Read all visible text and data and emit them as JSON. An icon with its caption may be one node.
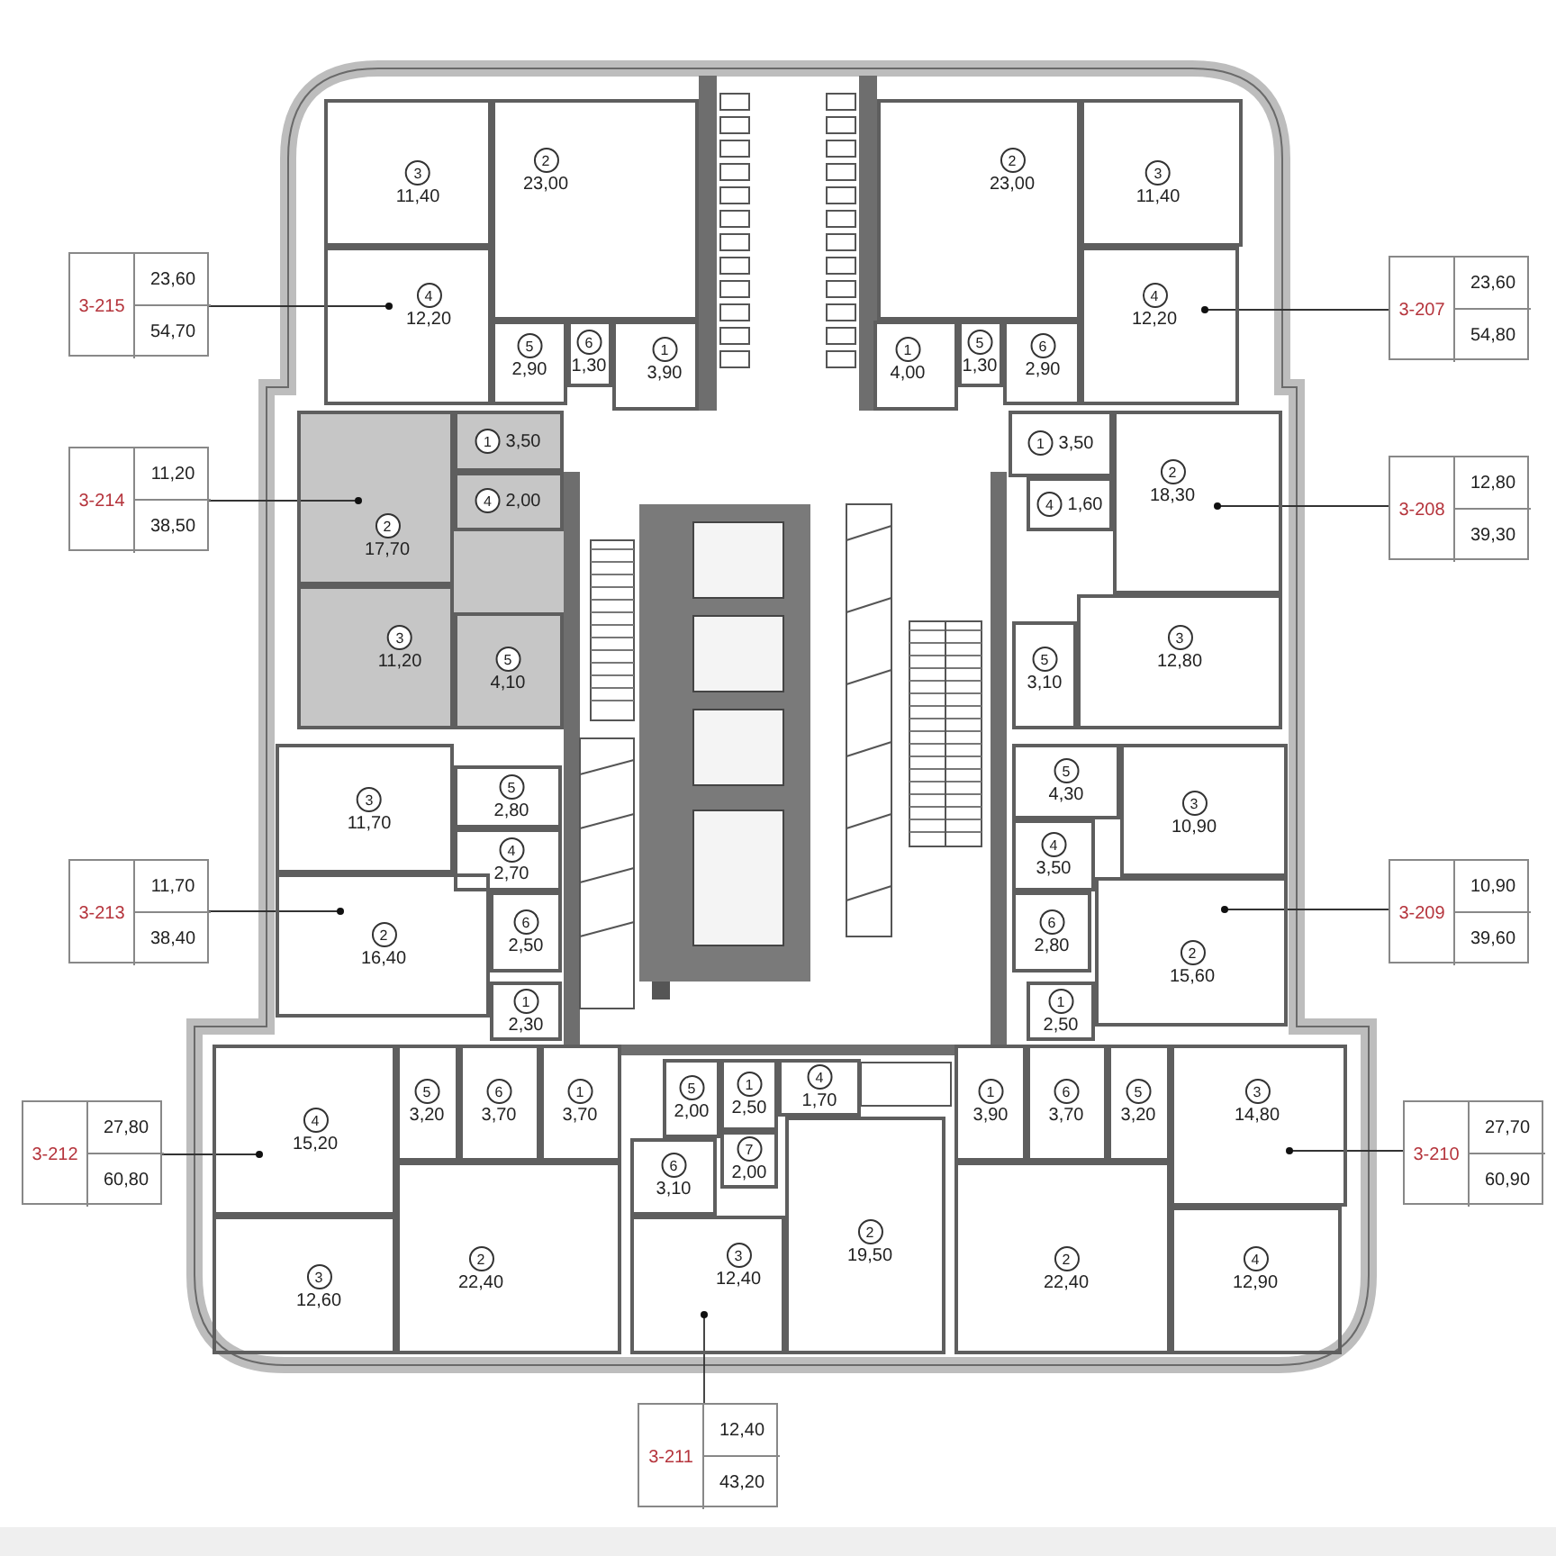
{
  "diagram": {
    "nodes": [
      {
        "text": [
          "3-215",
          "23,60",
          "54,70"
        ]
      },
      {
        "text": [
          "3",
          "11,40"
        ]
      },
      {
        "text": [
          "2",
          "23,00"
        ]
      },
      {
        "text": [
          "4",
          "12,20"
        ]
      },
      {
        "text": [
          "5",
          "2,90"
        ]
      },
      {
        "text": [
          "6",
          "1,30"
        ]
      },
      {
        "text": [
          "1",
          "3,90"
        ]
      },
      {
        "text": [
          "3-207",
          "23,60",
          "54,80"
        ]
      },
      {
        "text": [
          "2",
          "23,00"
        ]
      },
      {
        "text": [
          "3",
          "11,40"
        ]
      },
      {
        "text": [
          "4",
          "12,20"
        ]
      },
      {
        "text": [
          "1",
          "4,00"
        ]
      },
      {
        "text": [
          "5",
          "1,30"
        ]
      },
      {
        "text": [
          "6",
          "2,90"
        ]
      },
      {
        "text": [
          "3-214",
          "11,20",
          "38,50"
        ]
      },
      {
        "text": [
          "1",
          "3,50"
        ]
      },
      {
        "text": [
          "4",
          "2,00"
        ]
      },
      {
        "text": [
          "2",
          "17,70"
        ]
      },
      {
        "text": [
          "3",
          "11,20"
        ]
      },
      {
        "text": [
          "5",
          "4,10"
        ]
      },
      {
        "text": [
          "3-208",
          "12,80",
          "39,30"
        ]
      },
      {
        "text": [
          "1",
          "3,50"
        ]
      },
      {
        "text": [
          "4",
          "1,60"
        ]
      },
      {
        "text": [
          "2",
          "18,30"
        ]
      },
      {
        "text": [
          "5",
          "3,10"
        ]
      },
      {
        "text": [
          "3",
          "12,80"
        ]
      },
      {
        "text": [
          "3-213",
          "11,70",
          "38,40"
        ]
      },
      {
        "text": [
          "3",
          "11,70"
        ]
      },
      {
        "text": [
          "5",
          "2,80"
        ]
      },
      {
        "text": [
          "4",
          "2,70"
        ]
      },
      {
        "text": [
          "2",
          "16,40"
        ]
      },
      {
        "text": [
          "6",
          "2,50"
        ]
      },
      {
        "text": [
          "1",
          "2,30"
        ]
      },
      {
        "text": [
          "3-209",
          "10,90",
          "39,60"
        ]
      },
      {
        "text": [
          "5",
          "4,30"
        ]
      },
      {
        "text": [
          "3",
          "10,90"
        ]
      },
      {
        "text": [
          "4",
          "3,50"
        ]
      },
      {
        "text": [
          "6",
          "2,80"
        ]
      },
      {
        "text": [
          "2",
          "15,60"
        ]
      },
      {
        "text": [
          "1",
          "2,50"
        ]
      },
      {
        "text": [
          "3-212",
          "27,80",
          "60,80"
        ]
      },
      {
        "text": [
          "4",
          "15,20"
        ]
      },
      {
        "text": [
          "5",
          "3,20"
        ]
      },
      {
        "text": [
          "6",
          "3,70"
        ]
      },
      {
        "text": [
          "1",
          "3,70"
        ]
      },
      {
        "text": [
          "3",
          "12,60"
        ]
      },
      {
        "text": [
          "2",
          "22,40"
        ]
      },
      {
        "text": [
          "3-210",
          "27,70",
          "60,90"
        ]
      },
      {
        "text": [
          "1",
          "3,90"
        ]
      },
      {
        "text": [
          "6",
          "3,70"
        ]
      },
      {
        "text": [
          "5",
          "3,20"
        ]
      },
      {
        "text": [
          "3",
          "14,80"
        ]
      },
      {
        "text": [
          "2",
          "22,40"
        ]
      },
      {
        "text": [
          "4",
          "12,90"
        ]
      },
      {
        "text": [
          "3-211",
          "12,40",
          "43,20"
        ]
      },
      {
        "text": [
          "5",
          "2,00"
        ]
      },
      {
        "text": [
          "1",
          "2,50"
        ]
      },
      {
        "text": [
          "4",
          "1,70"
        ]
      },
      {
        "text": [
          "7",
          "2,00"
        ]
      },
      {
        "text": [
          "6",
          "3,10"
        ]
      },
      {
        "text": [
          "3",
          "12,40"
        ]
      },
      {
        "text": [
          "2",
          "19,50"
        ]
      }
    ],
    "edges": [
      {
        "from": 0,
        "to": 3,
        "arrow": "other"
      },
      {
        "from": 7,
        "to": 10,
        "arrow": "other"
      },
      {
        "from": 14,
        "to": 17,
        "arrow": "other"
      },
      {
        "from": 20,
        "to": 23,
        "arrow": "other"
      },
      {
        "from": 26,
        "to": 30,
        "arrow": "other"
      },
      {
        "from": 33,
        "to": 38,
        "arrow": "other"
      },
      {
        "from": 40,
        "to": 41,
        "arrow": "other"
      },
      {
        "from": 47,
        "to": 51,
        "arrow": "other"
      },
      {
        "from": 54,
        "to": 60,
        "arrow": "other"
      }
    ]
  }
}
